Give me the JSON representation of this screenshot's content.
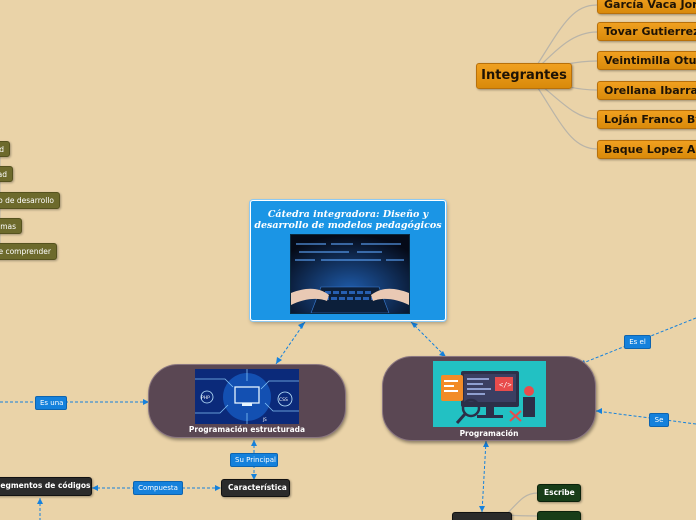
{
  "central": {
    "title": "Cátedra integradora: Diseño y desarrollo de modelos pedagógicos",
    "image": "hacker-hands-keyboard-image"
  },
  "integrantes": {
    "label": "Integrantes",
    "members": [
      "García Vaca Jord",
      "Tovar Gutierrez",
      "Veintimilla Otuna",
      "Orellana Ibarra J",
      "Loján Franco Byr",
      "Baque Lopez Are"
    ]
  },
  "left_items": [
    "d",
    "ad",
    "o de desarrollo",
    "mas",
    "e comprender"
  ],
  "structured": {
    "caption": "Programación estructurada",
    "image": "circuit-computer-image"
  },
  "programming": {
    "caption": "Programación",
    "image": "developer-screen-illustration"
  },
  "labels": {
    "es_una": "Es una",
    "su_principal": "Su Principal",
    "compuesta": "Compuesta",
    "es_el": "Es el",
    "se": "Se"
  },
  "nodes": {
    "caracteristica": "Característica",
    "segmentos": "Segmentos de códigos",
    "escribe": "Escribe",
    "bottom_green": "",
    "bottom_black": ""
  },
  "colors": {
    "background": "#ead3a8",
    "central": "#1b95e5",
    "orange": "#e6960f",
    "pill": "#5a4753",
    "link_blue": "#1581dc"
  }
}
